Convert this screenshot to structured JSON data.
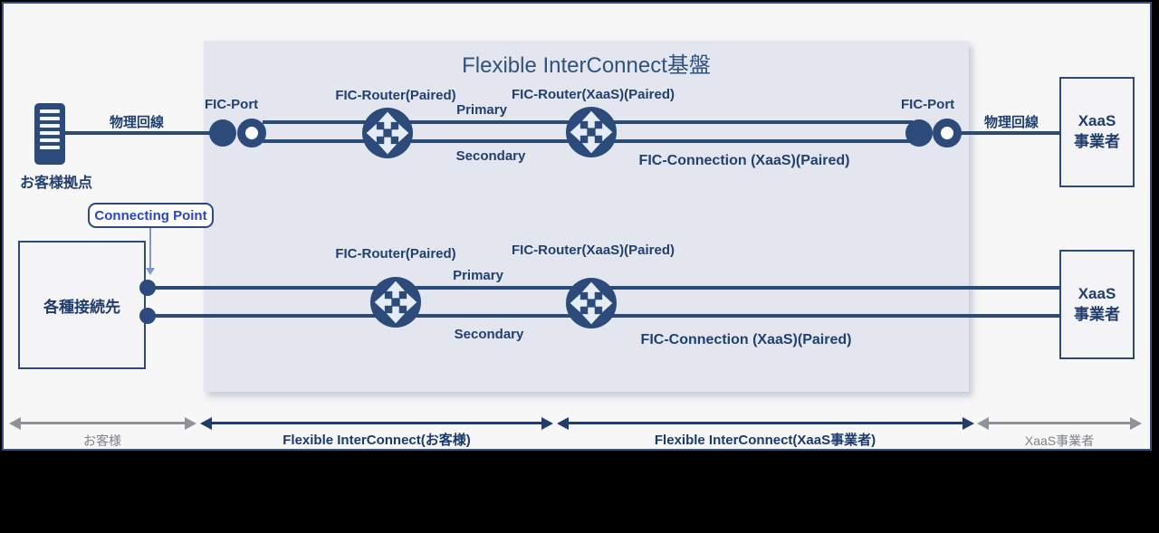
{
  "title": "Flexible InterConnect基盤",
  "colors": {
    "navy": "#2c4b7a",
    "text_navy": "#21406f",
    "panel_bg": "#e3e6ee",
    "page_bg": "#f7f7f8",
    "gray_arrow": "#8f9296",
    "gray_text": "#7e8286",
    "callout_text_blue": "#2943cc",
    "connector_blue": "#7d97cd"
  },
  "left_side": {
    "customer_site_label": "お客様拠点",
    "physical_line_label": "物理回線",
    "connecting_point_label": "Connecting Point",
    "connection_targets_label": "各種接続先"
  },
  "right_side": {
    "physical_line_label": "物理回線",
    "xaas_provider_top_label": "XaaS\n事業者",
    "xaas_provider_bottom_label": "XaaS\n事業者"
  },
  "row1": {
    "fic_port_left": "FIC-Port",
    "fic_router": "FIC-Router(Paired)",
    "fic_router_xaas": "FIC-Router(XaaS)(Paired)",
    "primary": "Primary",
    "secondary": "Secondary",
    "fic_connection": "FIC-Connection (XaaS)(Paired)",
    "fic_port_right": "FIC-Port"
  },
  "row2": {
    "fic_router": "FIC-Router(Paired)",
    "fic_router_xaas": "FIC-Router(XaaS)(Paired)",
    "primary": "Primary",
    "secondary": "Secondary",
    "fic_connection": "FIC-Connection (XaaS)(Paired)"
  },
  "footer": {
    "spans": [
      {
        "label": "お客様",
        "style": "gray"
      },
      {
        "label": "Flexible InterConnect(お客様)",
        "style": "navy"
      },
      {
        "label": "Flexible InterConnect(XaaS事業者)",
        "style": "navy"
      },
      {
        "label": "XaaS事業者",
        "style": "gray"
      }
    ]
  }
}
